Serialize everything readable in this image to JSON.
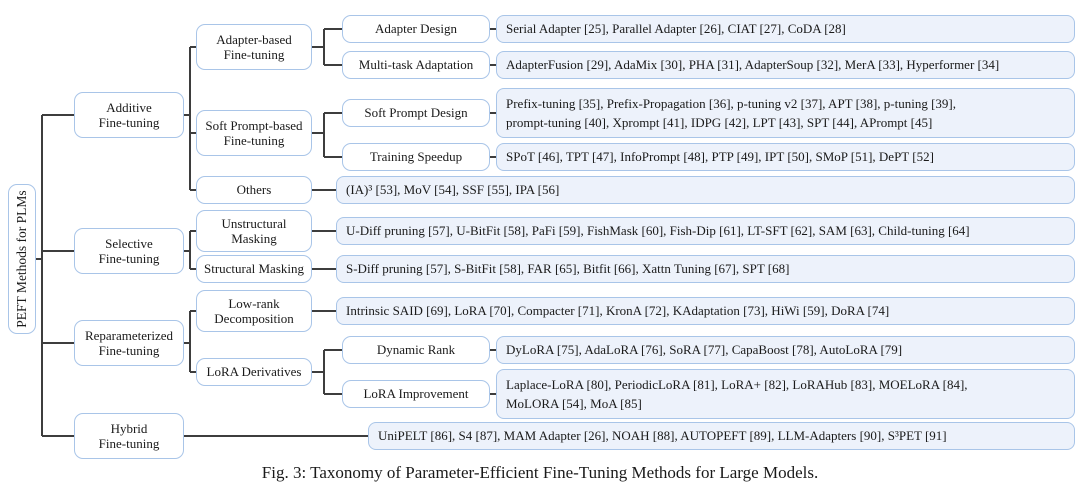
{
  "figure": {
    "root_label": "PEFT Methods for PLMs",
    "caption": "Fig. 3: Taxonomy of Parameter-Efficient Fine-Tuning Methods for Large Models."
  },
  "colors": {
    "box_border": "#a9c5e8",
    "leaf_fill": "#edf2fb",
    "category_fill": "#ffffff",
    "line": "#3d3d3d",
    "text": "#1a1a1a"
  },
  "nodes": {
    "additive": "Additive\nFine-tuning",
    "selective": "Selective\nFine-tuning",
    "reparameterized": "Reparameterized\nFine-tuning",
    "hybrid": "Hybrid\nFine-tuning",
    "adapter_based": "Adapter-based\nFine-tuning",
    "soft_prompt_based": "Soft Prompt-based\nFine-tuning",
    "others": "Others",
    "unstructural_masking": "Unstructural\nMasking",
    "structural_masking": "Structural Masking",
    "low_rank_decomposition": "Low-rank\nDecomposition",
    "lora_derivatives": "LoRA Derivatives",
    "adapter_design": "Adapter Design",
    "multi_task_adaptation": "Multi-task Adaptation",
    "soft_prompt_design": "Soft Prompt Design",
    "training_speedup": "Training Speedup",
    "dynamic_rank": "Dynamic Rank",
    "lora_improvement": "LoRA Improvement"
  },
  "leaves": {
    "adapter_design": "Serial Adapter [25], Parallel Adapter [26], CIAT [27], CoDA [28]",
    "multi_task_adaptation": "AdapterFusion [29], AdaMix [30], PHA [31], AdapterSoup [32], MerA [33], Hyperformer [34]",
    "soft_prompt_design": "Prefix-tuning [35], Prefix-Propagation [36], p-tuning v2 [37], APT [38], p-tuning [39],\nprompt-tuning [40], Xprompt [41], IDPG [42], LPT [43], SPT [44], APrompt [45]",
    "training_speedup": "SPoT [46], TPT [47], InfoPrompt [48], PTP [49], IPT [50], SMoP [51], DePT [52]",
    "others": "(IA)³ [53], MoV [54], SSF [55], IPA [56]",
    "unstructural_masking": "U-Diff pruning [57], U-BitFit [58], PaFi [59], FishMask [60], Fish-Dip [61], LT-SFT [62], SAM [63], Child-tuning [64]",
    "structural_masking": "S-Diff pruning [57], S-BitFit [58], FAR [65], Bitfit [66], Xattn Tuning [67], SPT [68]",
    "low_rank_decomposition": "Intrinsic SAID [69], LoRA [70], Compacter [71], KronA [72], KAdaptation [73], HiWi [59], DoRA [74]",
    "dynamic_rank": "DyLoRA [75], AdaLoRA [76], SoRA [77], CapaBoost [78], AutoLoRA [79]",
    "lora_improvement": "Laplace-LoRA [80], PeriodicLoRA [81], LoRA+ [82], LoRAHub [83], MOELoRA [84],\nMoLORA [54], MoA [85]",
    "hybrid": "UniPELT [86], S4 [87], MAM Adapter [26], NOAH [88], AUTOPEFT [89], LLM-Adapters [90], S³PET [91]"
  }
}
